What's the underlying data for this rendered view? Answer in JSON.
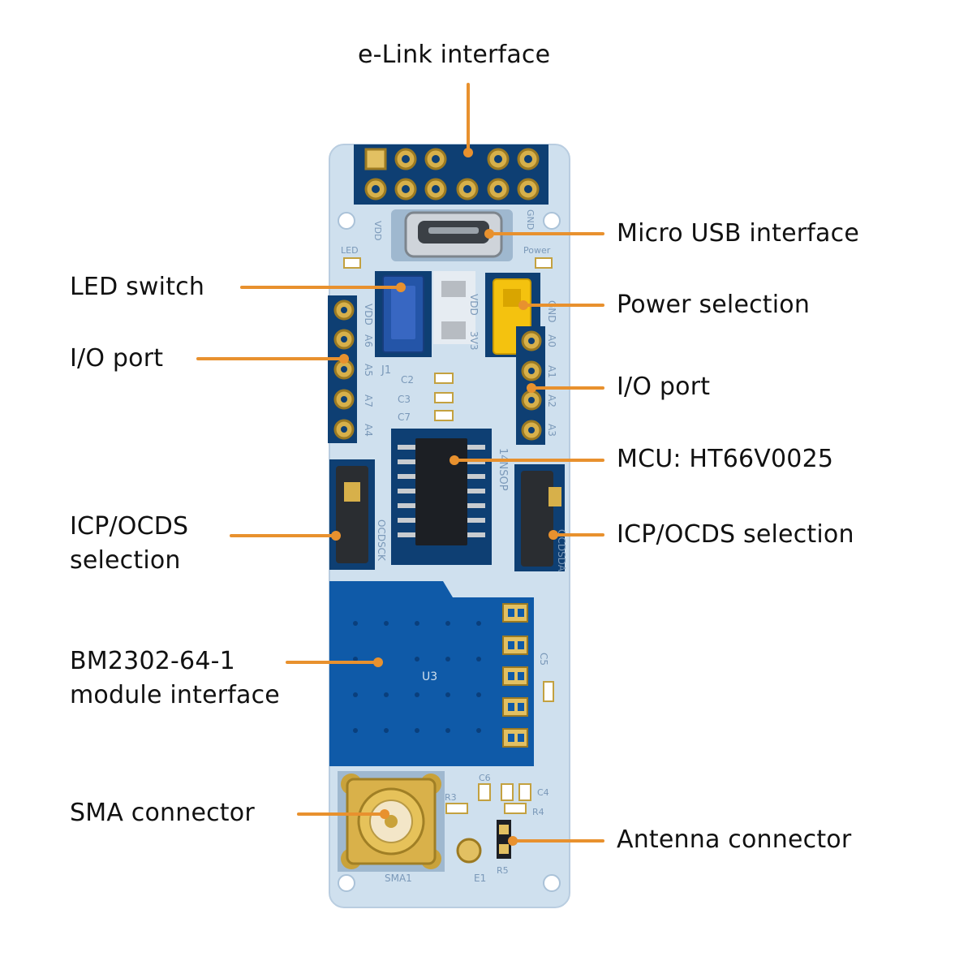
{
  "labels": {
    "elink": "e-Link interface",
    "micro_usb": "Micro USB interface",
    "led_switch": "LED switch",
    "power_selection": "Power selection",
    "io_port_left": "I/O port",
    "io_port_right": "I/O port",
    "mcu": "MCU: HT66V0025",
    "icp_left_line1": "ICP/OCDS",
    "icp_left_line2": "selection",
    "icp_right": "ICP/OCDS selection",
    "module_line1": "BM2302-64-1",
    "module_line2": "module interface",
    "sma": "SMA connector",
    "antenna": "Antenna connector"
  },
  "silkscreen": {
    "left_pins": [
      "VDD",
      "A6",
      "A5",
      "A7",
      "A4"
    ],
    "right_pins": [
      "GND",
      "A0",
      "A1",
      "A2",
      "A3"
    ],
    "power_pins": [
      "VDD",
      "3V3"
    ],
    "top_left": "VDD",
    "top_right": "GND",
    "j1": "J1",
    "caps": [
      "C2",
      "C3",
      "C7"
    ],
    "mcu_package": "14NSOP",
    "icp_left": "OCDSCK",
    "icp_right": "OCDSDA",
    "u3": "U3",
    "c5": "C5",
    "c6": "C6",
    "c4": "C4",
    "r3": "R3",
    "r4": "R4",
    "r5": "R5",
    "sma": "SMA1",
    "e1": "E1",
    "led": "LED",
    "power": "Power"
  },
  "colors": {
    "accent_line": "#e8912e",
    "board": "#cfe0ee",
    "pcb_blue": "#0e3f73",
    "jumper_yellow": "#f4c20f",
    "switch_blue": "#2455a8",
    "gold": "#c9a23a"
  }
}
